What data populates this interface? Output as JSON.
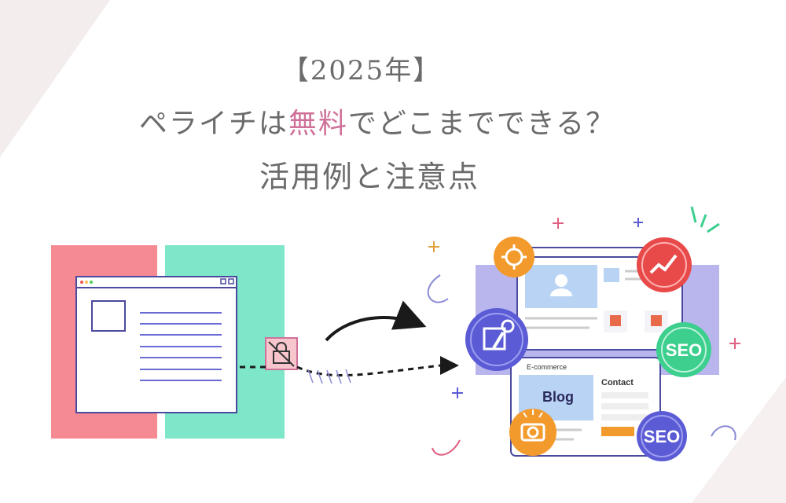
{
  "title": {
    "line1": "【2025年】",
    "line2_before": "ペライチは",
    "line2_accent": "無料",
    "line2_after": "でどこまでできる？",
    "line3": "活用例と注意点"
  },
  "illustration": {
    "card_ecommerce": "E-commerce",
    "card_blog": "Blog",
    "card_contact": "Contact",
    "badge_seo_1": "SEO",
    "badge_seo_2": "SEO"
  },
  "colors": {
    "accent": "#d0719a",
    "title_gray": "#6b6b6b",
    "pink_block": "#f58a93",
    "mint_block": "#7ee6c9",
    "purple": "#5b5bd6",
    "orange": "#f39a2c",
    "red": "#e84a4a",
    "green": "#3ccf8e"
  }
}
